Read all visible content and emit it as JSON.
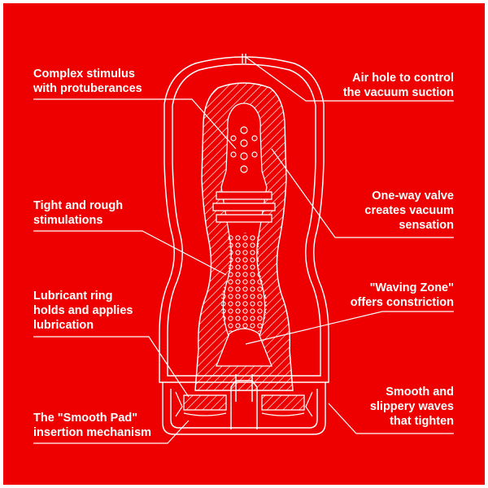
{
  "colors": {
    "background": "#ee0000",
    "line": "#ffffff",
    "frame": "#ffffff"
  },
  "diagram": {
    "callouts": [
      {
        "id": "complex-stimulus",
        "side": "left",
        "lines": [
          "Complex stimulus",
          "with protuberances"
        ]
      },
      {
        "id": "tight-rough",
        "side": "left",
        "lines": [
          "Tight and rough",
          "stimulations"
        ]
      },
      {
        "id": "lubricant-ring",
        "side": "left",
        "lines": [
          "Lubricant ring",
          "holds and applies",
          "lubrication"
        ]
      },
      {
        "id": "smooth-pad",
        "side": "left",
        "lines": [
          "The \"Smooth Pad\"",
          "insertion mechanism"
        ]
      },
      {
        "id": "air-hole",
        "side": "right",
        "lines": [
          "Air hole to control",
          "the vacuum suction"
        ]
      },
      {
        "id": "one-way-valve",
        "side": "right",
        "lines": [
          "One-way valve",
          "creates vacuum",
          "sensation"
        ]
      },
      {
        "id": "waving-zone",
        "side": "right",
        "lines": [
          "\"Waving Zone\"",
          "offers constriction"
        ]
      },
      {
        "id": "smooth-waves",
        "side": "right",
        "lines": [
          "Smooth and",
          "slippery waves",
          "that tighten"
        ]
      }
    ]
  }
}
